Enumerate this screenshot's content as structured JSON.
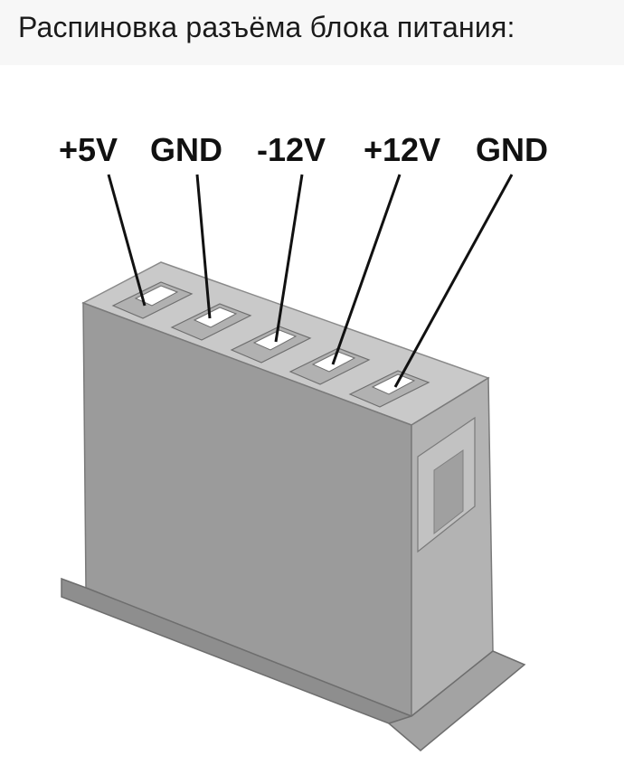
{
  "header": {
    "title": "Распиновка разъёма блока питания:"
  },
  "connector": {
    "pins": [
      {
        "label": "+5V"
      },
      {
        "label": "GND"
      },
      {
        "label": "-12V"
      },
      {
        "label": "+12V"
      },
      {
        "label": "GND"
      }
    ],
    "colors": {
      "front": "#9a9a9a",
      "top": "#c8c8c8",
      "side": "#b4b4b4",
      "socket_hole": "#ffffff",
      "leader_line": "#111111"
    }
  }
}
